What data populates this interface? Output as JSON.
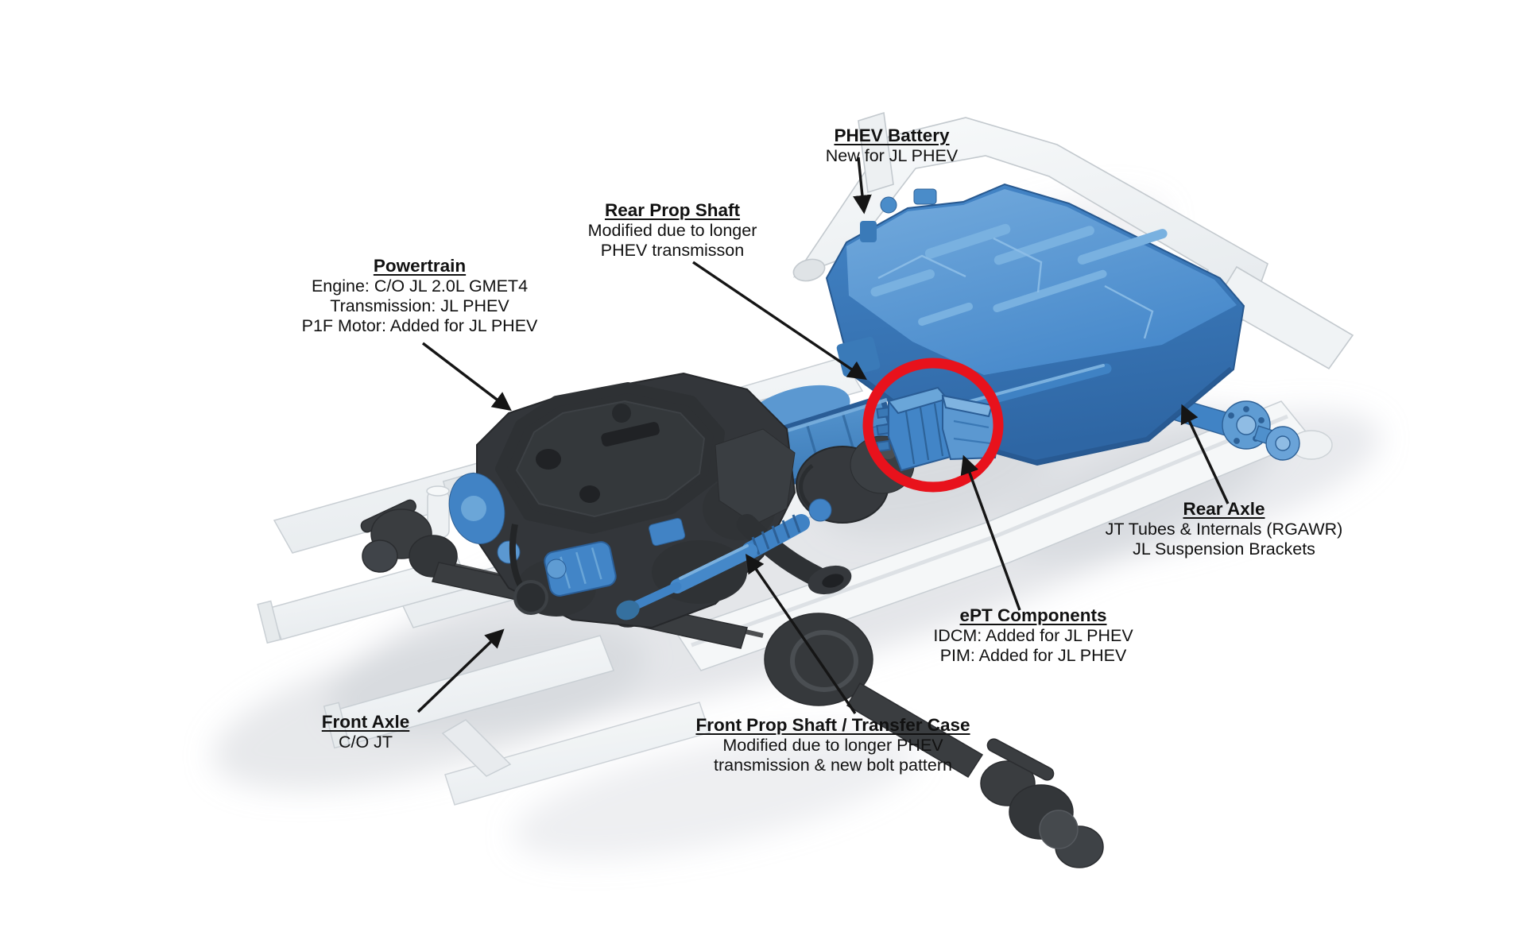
{
  "figure": {
    "title_hidden": "",
    "colors": {
      "background": "#ffffff",
      "component_blue": "#4486c8",
      "component_blue_light": "#6fa9dd",
      "component_blue_dark": "#2d6096",
      "chassis_gray": "#eef1f3",
      "dark_part": "#35383c",
      "highlight_red": "#e8121c",
      "text": "#111111",
      "arrow": "#151515"
    },
    "callouts": {
      "phev_battery": {
        "title": "PHEV Battery",
        "lines": [
          "New for JL PHEV"
        ]
      },
      "rear_prop_shaft": {
        "title": "Rear Prop Shaft",
        "lines": [
          "Modified due to longer",
          "PHEV transmisson"
        ]
      },
      "powertrain": {
        "title": "Powertrain",
        "lines": [
          "Engine: C/O JL 2.0L GMET4",
          "Transmission: JL PHEV",
          "P1F Motor: Added for JL PHEV"
        ]
      },
      "rear_axle": {
        "title": "Rear Axle",
        "lines": [
          "JT Tubes & Internals (RGAWR)",
          "JL Suspension Brackets"
        ]
      },
      "ept_components": {
        "title": "ePT Components",
        "lines": [
          "IDCM: Added for JL PHEV",
          "PIM: Added for JL PHEV"
        ]
      },
      "front_axle": {
        "title": "Front Axle",
        "lines": [
          "C/O JT"
        ]
      },
      "front_prop_shaft": {
        "title": "Front Prop Shaft / Transfer Case",
        "lines": [
          "Modified due to longer PHEV",
          "transmission & new bolt pattern"
        ]
      }
    }
  }
}
